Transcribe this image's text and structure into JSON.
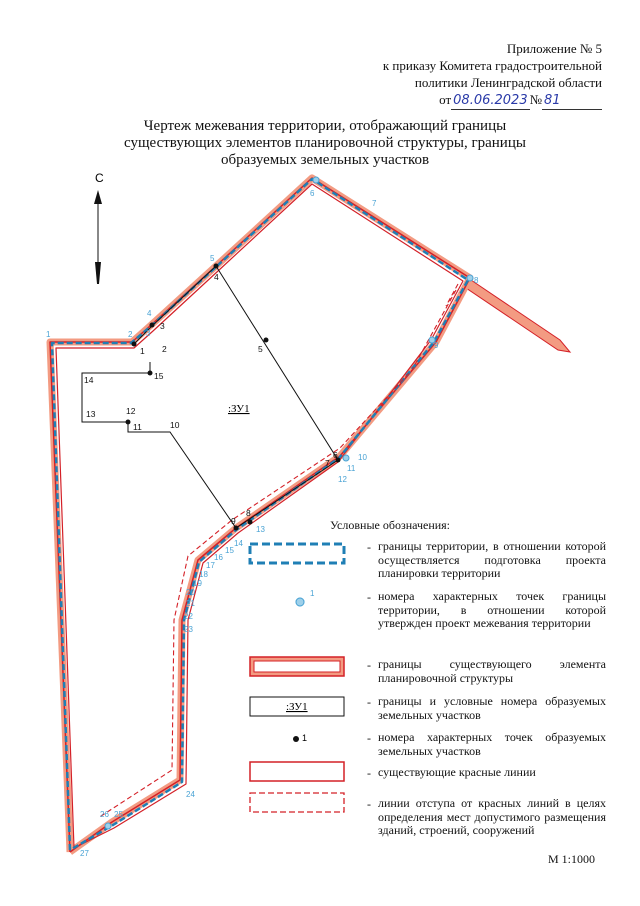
{
  "header": {
    "line1": "Приложение № 5",
    "line2": "к приказу Комитета градостроительной",
    "line3": "политики Ленинградской области",
    "date_prefix": "от",
    "date_value": "08.06.2023",
    "number_prefix": "№",
    "number_value": "81"
  },
  "title": "Чертеж межевания территории, отображающий границы существующих элементов планировочной структуры, границы образуемых земельных участков",
  "north_label": "С",
  "parcel_label": ":ЗУ1",
  "blue_points": [
    "1",
    "2",
    "3",
    "4",
    "5",
    "6",
    "7",
    "8",
    "9",
    "10",
    "11",
    "12",
    "13",
    "14",
    "15",
    "16",
    "17",
    "18",
    "19",
    "20",
    "21",
    "22",
    "23",
    "24",
    "25",
    "26",
    "27"
  ],
  "black_points": [
    "1",
    "2",
    "3",
    "4",
    "5",
    "6",
    "7",
    "8",
    "9",
    "10",
    "11",
    "12",
    "13",
    "14",
    "15"
  ],
  "legend": {
    "title": "Условные обозначения:",
    "items": [
      {
        "text": "границы территории, в отношении которой осуществляется подготовка проекта планировки территории",
        "symbol": "blue-dashed-box"
      },
      {
        "text": "номера характерных точек границы территории, в отношении которой утвержден проект межевания территории",
        "symbol": "blue-point",
        "symbol_label": "1"
      },
      {
        "text": "границы существующего элемента планировочной структуры",
        "symbol": "red-double-box"
      },
      {
        "text": "границы и условные номера образуемых земельных участков",
        "symbol": "zu-box",
        "symbol_label": ":ЗУ1"
      },
      {
        "text": "номера характерных точек образуемых земельных участков",
        "symbol": "black-point",
        "symbol_label": "1"
      },
      {
        "text": "существующие красные линии",
        "symbol": "red-solid-box"
      },
      {
        "text": "линии отступа от красных линий в целях определения мест допустимого размещения зданий, строений, сооружений",
        "symbol": "red-dashed-box"
      }
    ]
  },
  "scale": "М 1:1000",
  "colors": {
    "red_line": "#d42027",
    "boundary_fill": "#f39b82",
    "blue_boundary": "#1f7fb5",
    "point_blue": "#4aa3d4",
    "handwriting": "#2a3aa8"
  }
}
